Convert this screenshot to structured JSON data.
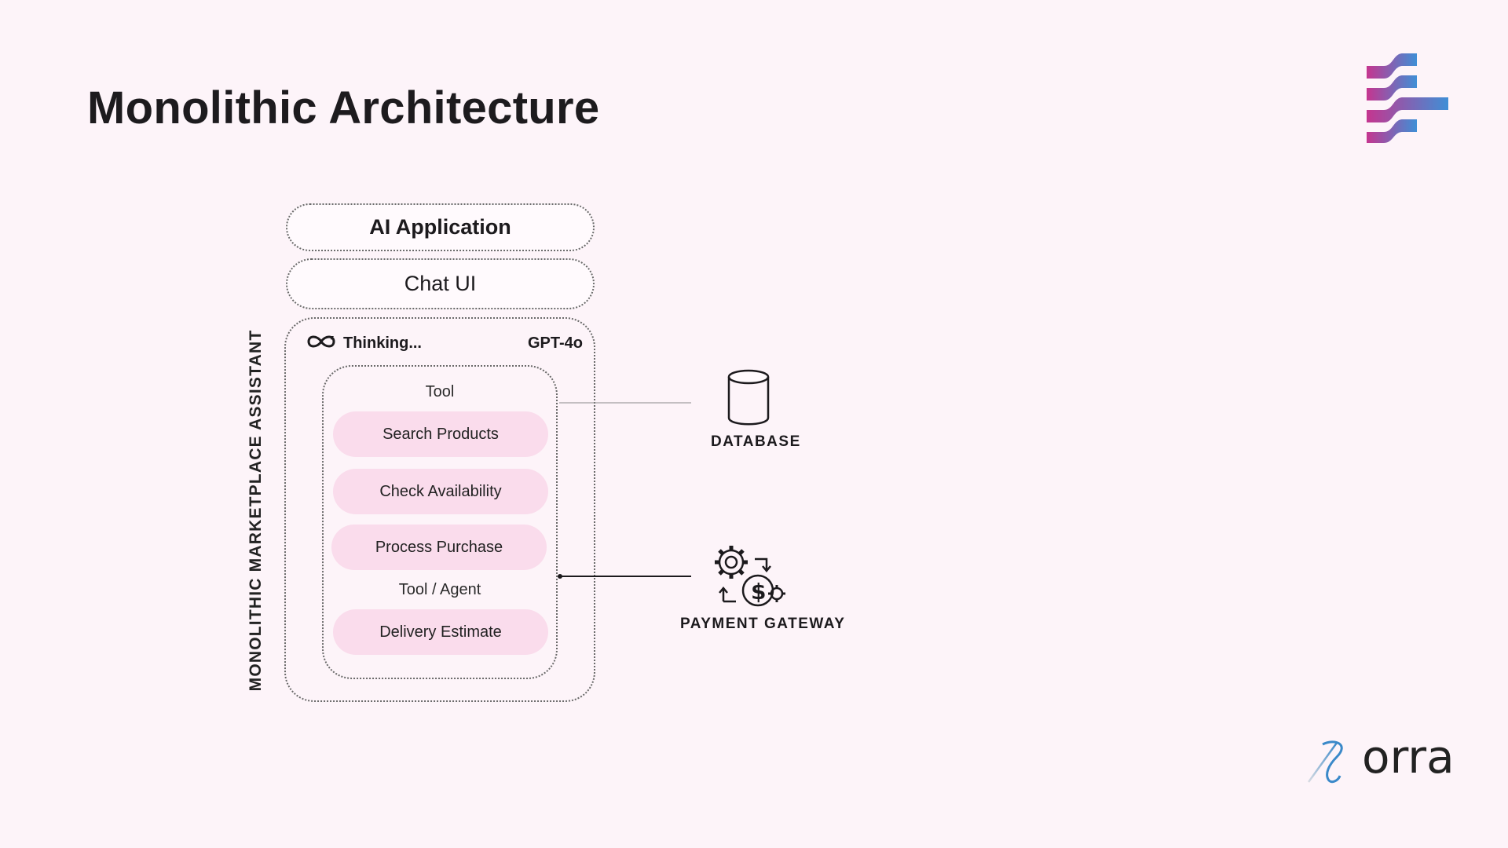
{
  "slide": {
    "title": "Monolithic Architecture"
  },
  "diagram": {
    "app_label": "AI Application",
    "chat_label": "Chat UI",
    "side_label": "MONOLITHIC MARKETPLACE ASSISTANT",
    "thinking_label": "Thinking...",
    "model_label": "GPT-4o",
    "tool_label": "Tool",
    "tools": [
      "Search Products",
      "Check Availability",
      "Process Purchase"
    ],
    "agent_label": "Tool / Agent",
    "agent_tool": "Delivery Estimate",
    "database_label": "DATABASE",
    "payment_label": "PAYMENT GATEWAY"
  },
  "branding": {
    "logo_text": "orra",
    "brand_colors": [
      "#c5358f",
      "#3f8fd6"
    ]
  },
  "icons": [
    "infinity-loop-icon",
    "database-icon",
    "payment-gateway-icon",
    "brand-logo-icon",
    "orra-logo-icon"
  ]
}
